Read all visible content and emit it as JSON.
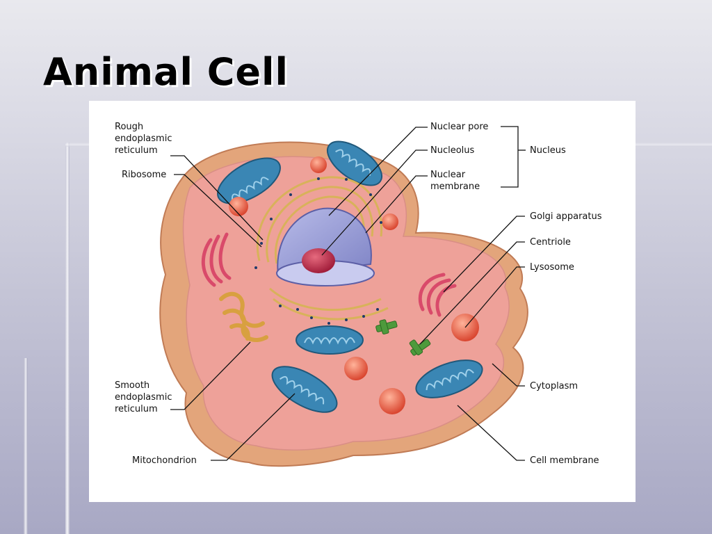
{
  "slide": {
    "title": "Animal Cell"
  },
  "colors": {
    "cytoplasm": "#eea199",
    "membrane_outer": "#e0a57a",
    "mitochondrion": "#3a86b4",
    "lysosome": "#e0533c",
    "nucleus": "#9aa0d6",
    "nucleolus": "#c0304a",
    "golgi": "#d94a6a",
    "er": "#d8b25a",
    "centriole": "#4d9a3c"
  },
  "labels": {
    "rough_er": [
      "Rough",
      "endoplasmic",
      "reticulum"
    ],
    "ribosome": "Ribosome",
    "smooth_er": [
      "Smooth",
      "endoplasmic",
      "reticulum"
    ],
    "mitochondrion": "Mitochondrion",
    "nuclear_pore": "Nuclear pore",
    "nucleolus": "Nucleolus",
    "nuclear_membrane": [
      "Nuclear",
      "membrane"
    ],
    "nucleus": "Nucleus",
    "golgi": "Golgi apparatus",
    "centriole": "Centriole",
    "lysosome": "Lysosome",
    "cytoplasm": "Cytoplasm",
    "cell_membrane": "Cell membrane"
  }
}
